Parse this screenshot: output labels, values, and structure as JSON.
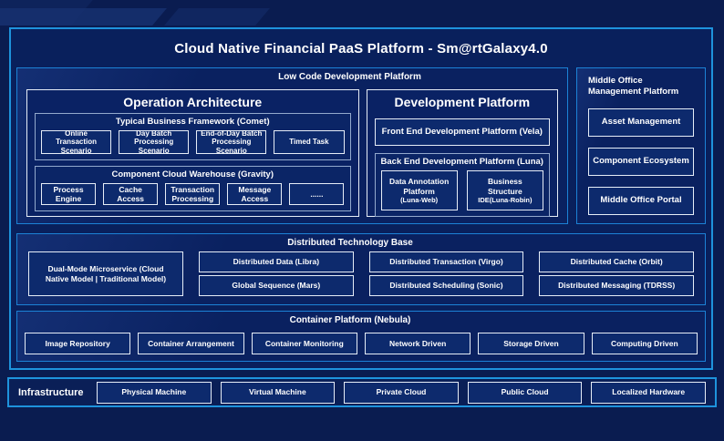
{
  "title": "Cloud Native Financial PaaS Platform - Sm@rtGalaxy4.0",
  "colors": {
    "background": "#0A1C50",
    "panel_background": "#09205C",
    "accent_border": "#1E93DC",
    "section_border": "#1C82D6",
    "box_border": "#E6EDF7",
    "box_fill": "#0D2A6D",
    "text": "#FFFFFF"
  },
  "low_code": {
    "label": "Low Code Development Platform",
    "operation_architecture": {
      "title": "Operation Architecture",
      "typical_business_framework": {
        "label": "Typical Business Framework (Comet)",
        "items": [
          "Online Transaction Scenario",
          "Day Batch Processing Scenario",
          "End-of-Day Batch Processing Scenario",
          "Timed Task"
        ]
      },
      "component_cloud_warehouse": {
        "label": "Component Cloud Warehouse (Gravity)",
        "items": [
          "Process Engine",
          "Cache Access",
          "Transaction Processing",
          "Message Access",
          "......"
        ]
      }
    },
    "development_platform": {
      "title": "Development Platform",
      "front_end_label": "Front End Development Platform (Vela)",
      "back_end": {
        "label": "Back End Development Platform (Luna)",
        "items": [
          {
            "name": "Data Annotation Platform",
            "sub": "(Luna-Web)"
          },
          {
            "name": "Business Structure",
            "sub": "IDE(Luna-Robin)"
          }
        ]
      }
    }
  },
  "middle_office": {
    "label": "Middle Office Management Platform",
    "items": [
      "Asset Management",
      "Component Ecosystem",
      "Middle Office Portal"
    ]
  },
  "distributed_technology_base": {
    "label": "Distributed Technology Base",
    "dual_mode_label": "Dual-Mode Microservice (Cloud Native Model | Traditional Model)",
    "items": [
      "Distributed Data (Libra)",
      "Distributed Transaction (Virgo)",
      "Distributed Cache (Orbit)",
      "Global Sequence (Mars)",
      "Distributed Scheduling (Sonic)",
      "Distributed Messaging (TDRSS)"
    ]
  },
  "container_platform": {
    "label": "Container Platform (Nebula)",
    "items": [
      "Image Repository",
      "Container Arrangement",
      "Container Monitoring",
      "Network Driven",
      "Storage Driven",
      "Computing Driven"
    ]
  },
  "infrastructure": {
    "label": "Infrastructure",
    "items": [
      "Physical Machine",
      "Virtual Machine",
      "Private Cloud",
      "Public Cloud",
      "Localized Hardware"
    ]
  }
}
